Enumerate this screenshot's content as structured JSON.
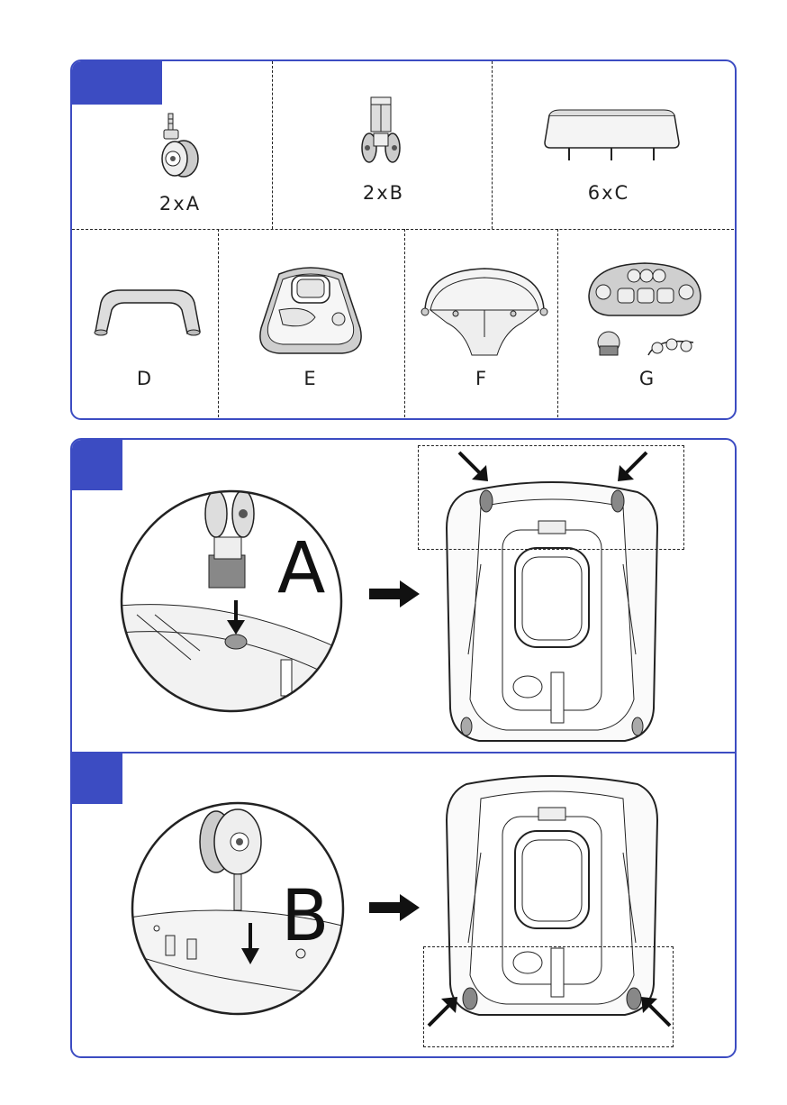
{
  "parts": {
    "A": {
      "label": "2xA"
    },
    "B": {
      "label": "2xB"
    },
    "C": {
      "label": "6xC"
    },
    "D": {
      "label": "D"
    },
    "E": {
      "label": "E"
    },
    "F": {
      "label": "F"
    },
    "G": {
      "label": "G"
    }
  },
  "step_a": {
    "letter": "A"
  },
  "step_b": {
    "letter": "B"
  },
  "colors": {
    "accent": "#3c4cc2",
    "line": "#222222",
    "fill": "#e6e6e6"
  }
}
